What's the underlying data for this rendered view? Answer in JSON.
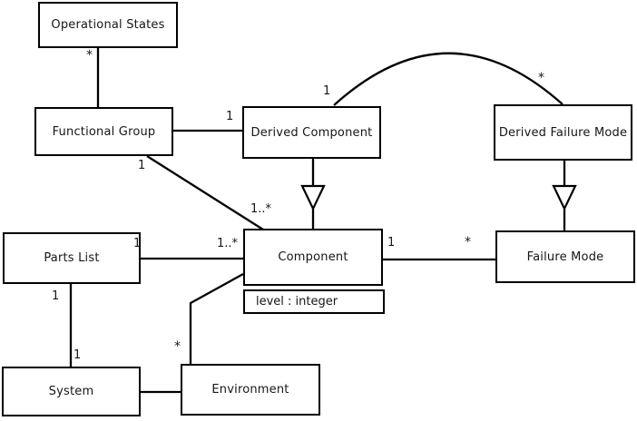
{
  "diagram": {
    "type": "uml-class-diagram",
    "background": "#ffffff",
    "line_color": "#000000",
    "text_color": "#161616"
  },
  "classes": {
    "operational_states": {
      "name": "Operational States"
    },
    "functional_group": {
      "name": "Functional Group"
    },
    "derived_component": {
      "name": "Derived Component"
    },
    "derived_failure_mode": {
      "name": "Derived Failure Mode"
    },
    "parts_list": {
      "name": "Parts List"
    },
    "component": {
      "name": "Component",
      "attributes": [
        "level : integer"
      ]
    },
    "failure_mode": {
      "name": "Failure Mode"
    },
    "system": {
      "name": "System"
    },
    "environment": {
      "name": "Environment"
    }
  },
  "multiplicities": {
    "os_fg_star": "*",
    "fg_dc_one": "1",
    "fg_comp_one": "1",
    "fg_comp_many": "1..*",
    "dc_dfm_one": "1",
    "dc_dfm_star": "*",
    "pl_comp_one": "1",
    "pl_comp_many": "1..*",
    "comp_fm_one": "1",
    "comp_fm_star": "*",
    "pl_sys_top_one": "1",
    "pl_sys_bottom_one": "1",
    "env_comp_star": "*"
  },
  "associations": [
    {
      "from": "Operational States",
      "to": "Functional Group",
      "from_multiplicity": "*",
      "type": "association"
    },
    {
      "from": "Functional Group",
      "to": "Derived Component",
      "to_multiplicity": "1",
      "type": "association"
    },
    {
      "from": "Functional Group",
      "to": "Component",
      "from_multiplicity": "1",
      "to_multiplicity": "1..*",
      "type": "association"
    },
    {
      "from": "Derived Component",
      "to": "Derived Failure Mode",
      "from_multiplicity": "1",
      "to_multiplicity": "*",
      "type": "association",
      "style": "arc"
    },
    {
      "from": "Derived Component",
      "to": "Component",
      "type": "generalization"
    },
    {
      "from": "Derived Failure Mode",
      "to": "Failure Mode",
      "type": "generalization"
    },
    {
      "from": "Parts List",
      "to": "Component",
      "from_multiplicity": "1",
      "to_multiplicity": "1..*",
      "type": "association"
    },
    {
      "from": "Component",
      "to": "Failure Mode",
      "from_multiplicity": "1",
      "to_multiplicity": "*",
      "type": "association"
    },
    {
      "from": "Parts List",
      "to": "System",
      "from_multiplicity": "1",
      "to_multiplicity": "1",
      "type": "association"
    },
    {
      "from": "System",
      "to": "Environment",
      "type": "association"
    },
    {
      "from": "Environment",
      "to": "Component",
      "from_multiplicity": "*",
      "type": "association",
      "style": "bent"
    }
  ]
}
